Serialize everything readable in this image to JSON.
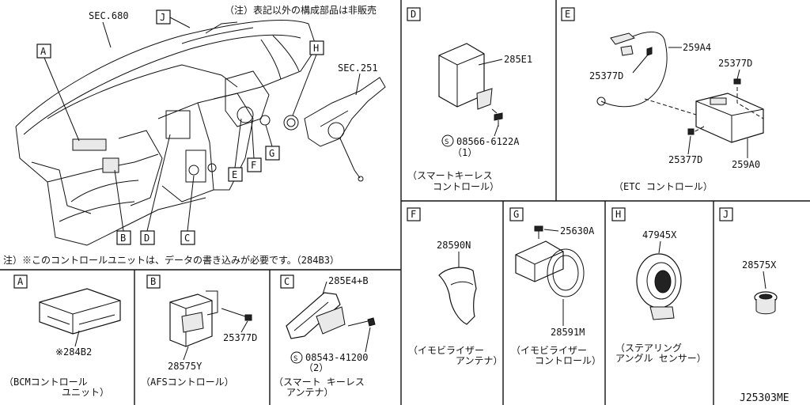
{
  "top_note": "（注）表記以外の構成部品は非販売",
  "mid_note": "注）※このコントロールユニットは、データの書き込みが必要です。（284B3）",
  "drawing_code": "J25303ME",
  "overview": {
    "sec_680": "SEC.680",
    "sec_251": "SEC.251",
    "callouts": {
      "A": "A",
      "B": "B",
      "C": "C",
      "D": "D",
      "E": "E",
      "F": "F",
      "G": "G",
      "H": "H",
      "J": "J"
    }
  },
  "panels": {
    "A": {
      "letter": "A",
      "part_number": "※284B2",
      "caption_line1": "（BCMコントロール",
      "caption_line2": "ユニット）"
    },
    "B": {
      "letter": "B",
      "part_number_1": "28575Y",
      "part_number_2": "25377D",
      "caption_line1": "（AFSコントロール）"
    },
    "C": {
      "letter": "C",
      "part_number_1": "285E4+B",
      "bolt_number": "08543-41200",
      "bolt_qty": "（2）",
      "caption_line1": "（スマート キーレス",
      "caption_line2": "アンテナ）"
    },
    "D": {
      "letter": "D",
      "part_number_1": "285E1",
      "bolt_number": "08566-6122A",
      "bolt_qty": "（1）",
      "caption_line1": "（スマートキーレス",
      "caption_line2": "コントロール）"
    },
    "E": {
      "letter": "E",
      "part_number_1": "259A4",
      "part_number_2": "25377D",
      "part_number_3": "25377D",
      "part_number_4": "25377D",
      "part_number_5": "259A0",
      "caption_line1": "（ETC コントロール）"
    },
    "F": {
      "letter": "F",
      "part_number_1": "28590N",
      "caption_line1": "（イモビライザー",
      "caption_line2": "アンテナ）"
    },
    "G": {
      "letter": "G",
      "part_number_1": "25630A",
      "part_number_2": "28591M",
      "caption_line1": "（イモビライザー",
      "caption_line2": "コントロール）"
    },
    "H": {
      "letter": "H",
      "part_number_1": "47945X",
      "caption_line1": "（ステアリング",
      "caption_line2": "アングル センサー）"
    },
    "J": {
      "letter": "J",
      "part_number_1": "28575X"
    }
  }
}
